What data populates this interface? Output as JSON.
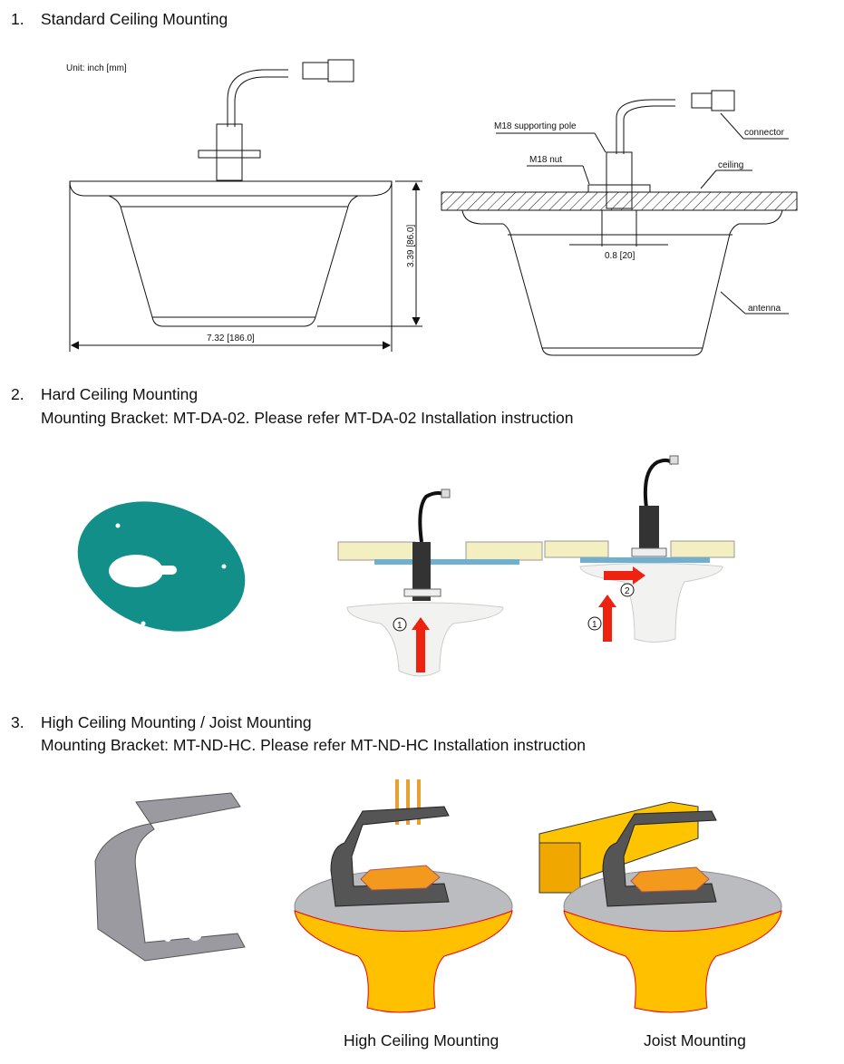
{
  "sections": [
    {
      "number": "1.",
      "title": "Standard Ceiling Mounting"
    },
    {
      "number": "2.",
      "title": "Hard Ceiling Mounting",
      "subtitle": "Mounting Bracket: MT-DA-02. Please refer MT-DA-02 Installation instruction"
    },
    {
      "number": "3.",
      "title": "High Ceiling Mounting / Joist Mounting",
      "subtitle": "Mounting Bracket: MT-ND-HC. Please refer MT-ND-HC Installation instruction"
    }
  ],
  "drawing1": {
    "unit": "Unit: inch [mm]",
    "height_dim": "3.39 [86.0]",
    "width_dim": "7.32 [186.0]"
  },
  "drawing2": {
    "pole": "M18 supporting pole",
    "nut": "M18 nut",
    "connector": "connector",
    "ceiling": "ceiling",
    "antenna": "antenna",
    "hole_dim": "0.8 [20]"
  },
  "steps": {
    "one": "1",
    "two": "2"
  },
  "captions": {
    "high": "High Ceiling Mounting",
    "joist": "Joist Mounting"
  }
}
